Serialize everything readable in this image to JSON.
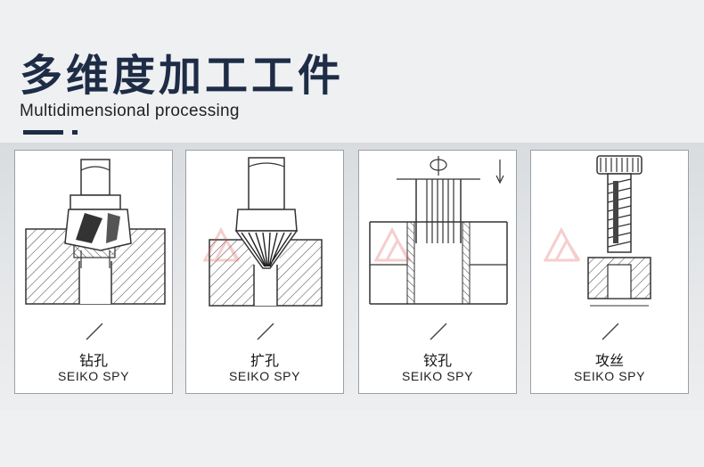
{
  "header": {
    "title": "多维度加工工件",
    "subtitle": "Multidimensional processing"
  },
  "cards": [
    {
      "label": "钻孔",
      "brand": "SEIKO SPY",
      "icon": "drilling-diagram"
    },
    {
      "label": "扩孔",
      "brand": "SEIKO SPY",
      "icon": "reaming-countersink-diagram"
    },
    {
      "label": "铰孔",
      "brand": "SEIKO SPY",
      "icon": "hinge-reaming-diagram"
    },
    {
      "label": "攻丝",
      "brand": "SEIKO SPY",
      "icon": "tapping-diagram"
    }
  ],
  "colors": {
    "title": "#1e2c46",
    "watermark": "#d9534f"
  }
}
